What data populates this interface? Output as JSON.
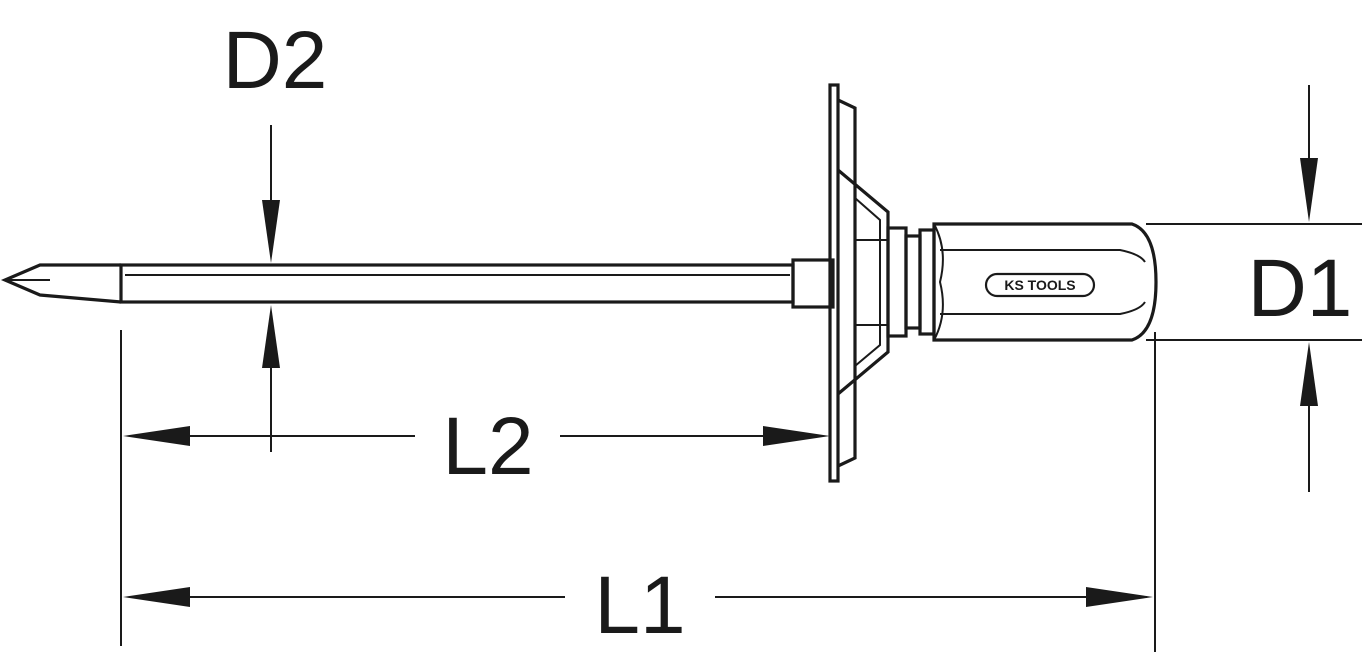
{
  "dimensions": {
    "d1": "D1",
    "d2": "D2",
    "l1": "L1",
    "l2": "L2"
  },
  "logo": {
    "text": "KS TOOLS"
  },
  "colors": {
    "ink": "#1a1a1a",
    "background": "#ffffff"
  }
}
